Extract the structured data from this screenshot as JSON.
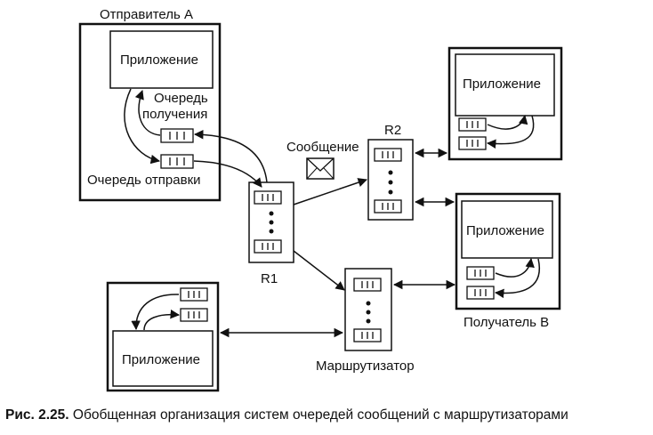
{
  "labels": {
    "sender": "Отправитель A",
    "receiver": "Получатель B",
    "app": "Приложение",
    "recv_queue_line1": "Очередь",
    "recv_queue_line2": "получения",
    "send_queue": "Очередь отправки",
    "message": "Сообщение",
    "r1": "R1",
    "r2": "R2",
    "router": "Маршрутизатор"
  },
  "caption": {
    "number": "Рис. 2.25.",
    "text": "Обобщенная организация систем очередей сообщений с маршрутизаторами"
  },
  "icons": {
    "message": "envelope-icon",
    "queue": "queue-icon"
  }
}
